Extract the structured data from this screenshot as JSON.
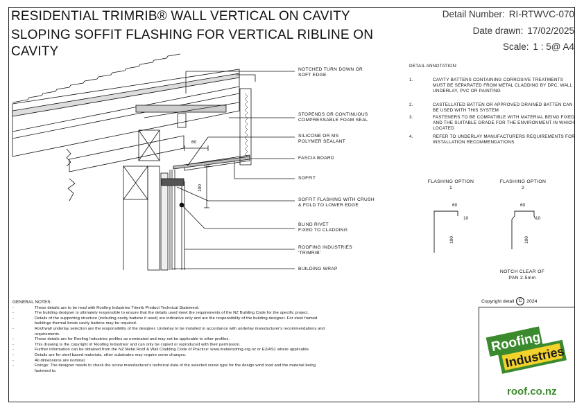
{
  "title": {
    "line1": "RESIDENTIAL TRIMRIB® WALL VERTICAL ON CAVITY",
    "line2": "SLOPING SOFFIT FLASHING FOR VERTICAL RIBLINE ON",
    "line3": "CAVITY"
  },
  "meta": {
    "detail_label": "Detail Number:",
    "detail_value": "RI-RTWVC-070",
    "date_label": "Date drawn:",
    "date_value": "17/02/2025",
    "scale_label": "Scale:",
    "scale_value": "1 : 5@ A4"
  },
  "drawing": {
    "callouts": [
      "NOTCHED TURN DOWN OR",
      "SOFT EDGE",
      "STOPENDS OR CONTINUOUS",
      "COMPRESSABLE FOAM SEAL",
      "SILICONE OR MS",
      "POLYMER SEALANT",
      "FASCIA BOARD",
      "SOFFIT",
      "SOFFIT FLASHING WITH CRUSH",
      "& FOLD TO LOWER EDGE",
      "BLIND RIVET",
      "FIXED TO CLADDING",
      "ROOFING INDUSTRIES",
      "'TRIMRIB'",
      "BUILDING WRAP"
    ],
    "dim_60": "60",
    "dim_100": "100"
  },
  "annotation": {
    "heading": "DETAIL ANNOTATION:",
    "items": [
      {
        "num": "1.",
        "text": "CAVITY BATTENS CONTAINING CORROSIVE TREATMENTS MUST BE SEPARATED FROM METAL CLADDING BY DPC, WALL UNDERLAY, PVC OR PAINTING"
      },
      {
        "num": "2.",
        "text": "CASTELLATED BATTEN OR APPROVED DRAINED BATTEN CAN BE USED WITH THIS SYSTEM"
      },
      {
        "num": "3.",
        "text": "FASTENERS TO BE COMPATIBLE WITH MATERIAL BEING FIXED AND THE SUITABLE GRADE FOR THE ENVIRONMENT IN WHICH LOCATED"
      },
      {
        "num": "4.",
        "text": "REFER TO UNDERLAY MANUFACTURERS REQUIREMENTS FOR INSTALLATION RECOMMENDATIONS"
      }
    ]
  },
  "flashing_options": {
    "opt1_title": "FLASHING OPTION",
    "opt1_num": "1",
    "opt2_title": "FLASHING OPTION",
    "opt2_num": "2",
    "dim_60": "60",
    "dim_10": "10",
    "dim_100": "100",
    "notch_line1": "NOTCH CLEAR OF",
    "notch_line2": "PAN 2-5mm"
  },
  "copyright": {
    "text": "Copyright detail",
    "symbol": "C",
    "year": "2024"
  },
  "logo": {
    "word1": "Roofing",
    "word2": "Industries",
    "url": "roof.co.nz",
    "green": "#3c8a2e",
    "yellow": "#f2d22b"
  },
  "general_notes": {
    "heading": "GENERAL NOTES:",
    "bullet": "-",
    "items": [
      "These details are to be read with Roofing Industries Trimrib Product Technical Statement.",
      "The building designer is ultimately responsible to ensure that the details used meet the requirements of the NZ Building Code for the specific project.",
      "Details of the supporting structure (including cavity battens if used) are indicative only and are the responsibility of the building designer. For steel framed buildings thermal break cavity battens may be required.",
      "Roof/wall underlay selection are the responsibility of the designer. Underlay to be installed in accordance with underlay manufacturer's recommendations and requirements.",
      "These details are for Roofing Industries profiles as nominated and may not be applicable to other profiles.",
      "This drawing is the copyright of 'Roofing Industries' and can only be copied or reproduced with their permission.",
      "Further information can be obtained from the NZ Metal Roof & Wall Cladding Code of Practice: www.metalroofing.org.nz or E2/AS1 where applicable.",
      "Details are for steel based materials, other substrates may require some changes.",
      "All dimensions are nominal.",
      "Fixings: The designer needs to check the screw manufacturer's technical data of the selected screw type for the design wind load and the material being fastened to."
    ]
  }
}
